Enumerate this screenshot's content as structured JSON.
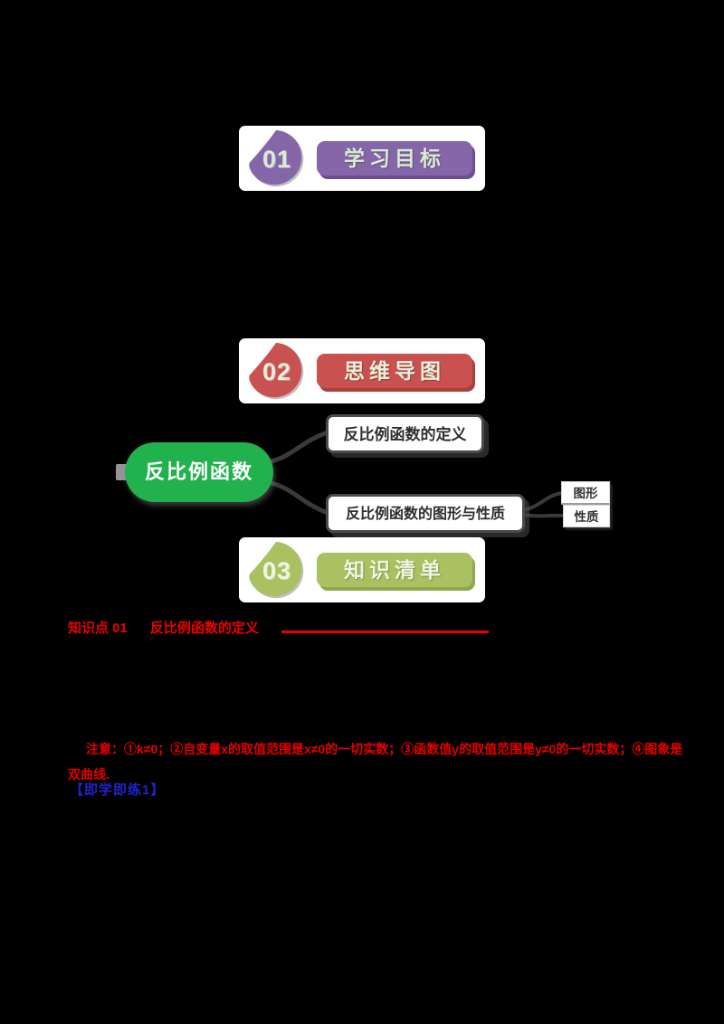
{
  "page": {
    "background": "#000000",
    "card_background": "#ffffff"
  },
  "sections": [
    {
      "number": "01",
      "label": "学习目标",
      "color": "#8566a8",
      "shadow_color": "#6b5090",
      "text_color": "#d9ecd2"
    },
    {
      "number": "02",
      "label": "思维导图",
      "color": "#c9514f",
      "shadow_color": "#a8403e",
      "text_color": "#e6efda"
    },
    {
      "number": "03",
      "label": "知识清单",
      "color": "#a9c161",
      "shadow_color": "#8fa94b",
      "text_color": "#eff5e2"
    }
  ],
  "mindmap": {
    "root_label": "反比例函数",
    "root_color": "#21b14d",
    "connector_color": "#3a3a3a",
    "branch_definition": "反比例函数的定义",
    "branch_graph_properties": "反比例函数的图形与性质",
    "leaf_graph": "图形",
    "leaf_properties": "性质"
  },
  "knowledge_list": {
    "point_label": "知识点 01",
    "point_title": "反比例函数的定义",
    "heading_color": "#ee0000",
    "note_text": "注意：①k≠0；②自变量x的取值范围是x≠0的一切实数；③函数值y的取值范围是y≠0的一切实数；④图象是双曲线.",
    "note_color": "#e60000",
    "practice_label": "【即学即练1】",
    "practice_color": "#2222cc"
  }
}
